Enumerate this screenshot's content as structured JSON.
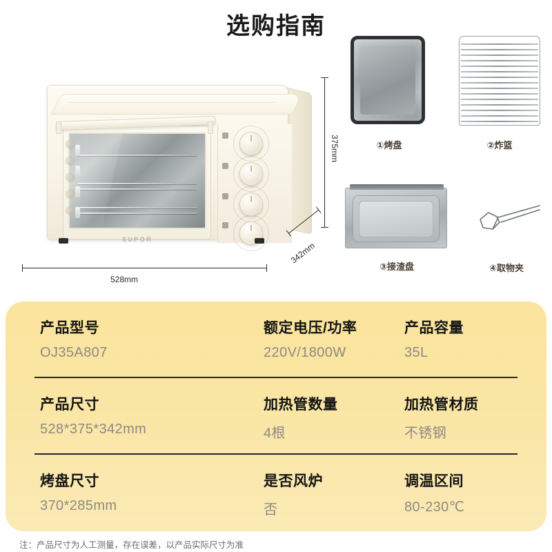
{
  "title": "选购指南",
  "product": {
    "brand": "SUPOR",
    "dimensions": {
      "width_label": "528mm",
      "height_label": "375mm",
      "depth_label": "342mm"
    }
  },
  "accessories": [
    {
      "id": "baking-tray",
      "label": "①烤盘"
    },
    {
      "id": "frying-basket",
      "label": "②炸篮"
    },
    {
      "id": "crumb-tray",
      "label": "③接渣盘"
    },
    {
      "id": "food-tongs",
      "label": "④取物夹"
    }
  ],
  "specs": {
    "rows": [
      [
        {
          "key": "产品型号",
          "value": "OJ35A807"
        },
        {
          "key": "额定电压/功率",
          "value": "220V/1800W"
        },
        {
          "key": "产品容量",
          "value": "35L"
        }
      ],
      [
        {
          "key": "产品尺寸",
          "value": "528*375*342mm"
        },
        {
          "key": "加热管数量",
          "value": "4根"
        },
        {
          "key": "加热管材质",
          "value": "不锈钢"
        }
      ],
      [
        {
          "key": "烤盘尺寸",
          "value": "370*285mm"
        },
        {
          "key": "是否风炉",
          "value": "否"
        },
        {
          "key": "调温区间",
          "value": "80-230℃"
        }
      ]
    ]
  },
  "note": "注：产品尺寸为人工测量，存在误差，以产品实际尺寸为准",
  "colors": {
    "panel_bg": "#fae39a",
    "key_text": "#141414",
    "value_text": "#8d8a82",
    "divider": "#262626",
    "title_text": "#1a1a1a",
    "accessory_label": "#4a4034"
  }
}
